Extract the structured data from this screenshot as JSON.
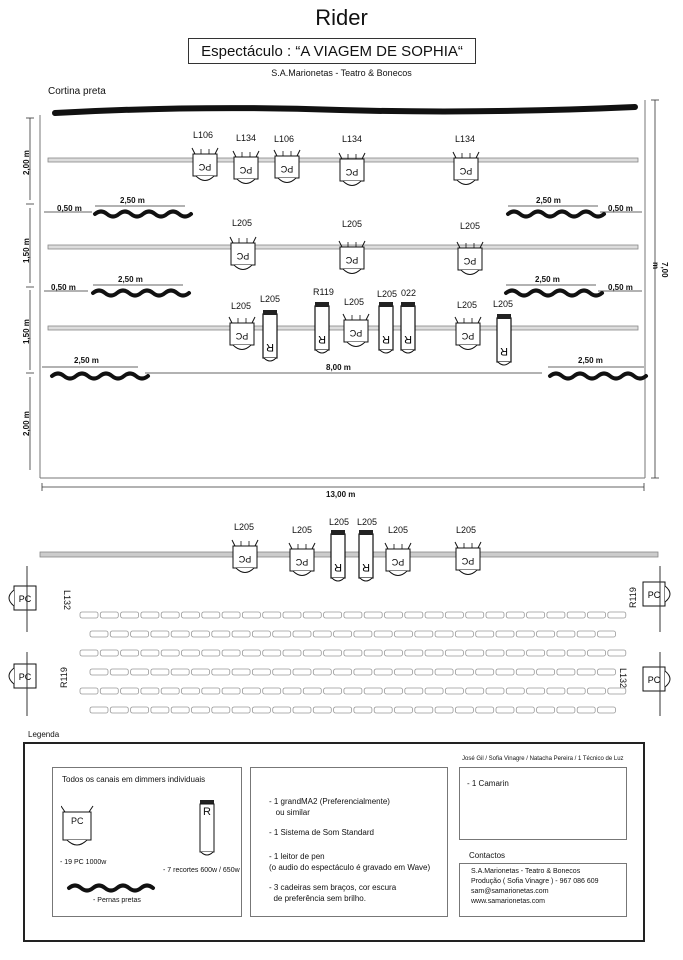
{
  "header": {
    "title": "Rider",
    "subtitle": "Espectáculo : “A VIAGEM DE SOPHIA“",
    "company": "S.A.Marionetas - Teatro & Bonecos"
  },
  "stage": {
    "curtain_label": "Cortina preta",
    "dimensions": {
      "row1_depth": "2,00 m",
      "row2_depth": "1,50 m",
      "row3_depth": "1,50 m",
      "front_depth": "2,00 m",
      "total_depth": "7,00 m",
      "total_width": "13,00 m",
      "opening_width": "8,00 m",
      "leg_width": "2,50 m",
      "leg_offset": "0,50 m"
    },
    "bar1_labels": [
      "L106",
      "L134",
      "L106",
      "L134",
      "L134"
    ],
    "bar2_labels": [
      "L205",
      "L205",
      "L205"
    ],
    "bar3_labels": [
      "L205",
      "L205",
      "R119",
      "L205",
      "L205",
      "022",
      "L205",
      "L205"
    ],
    "foh_labels": [
      "L205",
      "L205",
      "L205",
      "L205",
      "L205",
      "L205"
    ],
    "side_labels": [
      "L132",
      "R119",
      "R119",
      "L132"
    ],
    "pc_text": "PC",
    "r_text": "R"
  },
  "legend": {
    "title": "Legenda",
    "dimmers_note": "Todos os canais em dimmers individuais",
    "pc_symbol": "PC",
    "r_symbol": "R",
    "pc_count": "- 19 PC 1000w",
    "recorte_count": "- 7 recortes 600w / 650w",
    "legs_label": "- Pernas pretas",
    "requirements": [
      "- 1 grandMA2 (Preferencialmente)",
      "   ou similar",
      "- 1 Sistema de Som Standard",
      "- 1 leitor de pen",
      "(o audio do espectáculo é gravado em Wave)",
      "- 3 cadeiras sem braços, cor escura",
      "  de preferência sem brilho."
    ],
    "crew": "José Gil / Sofia Vinagre / Natacha Pereira / 1 Técnico de Luz",
    "dressing_room": "- 1 Camarin",
    "contacts_title": "Contactos",
    "contacts": [
      "S.A.Marionetas - Teatro & Bonecos",
      "Produção ( Sofia Vinagre ) - 967 086 609",
      "sam@samarionetas.com",
      "www.samarionetas.com"
    ]
  }
}
